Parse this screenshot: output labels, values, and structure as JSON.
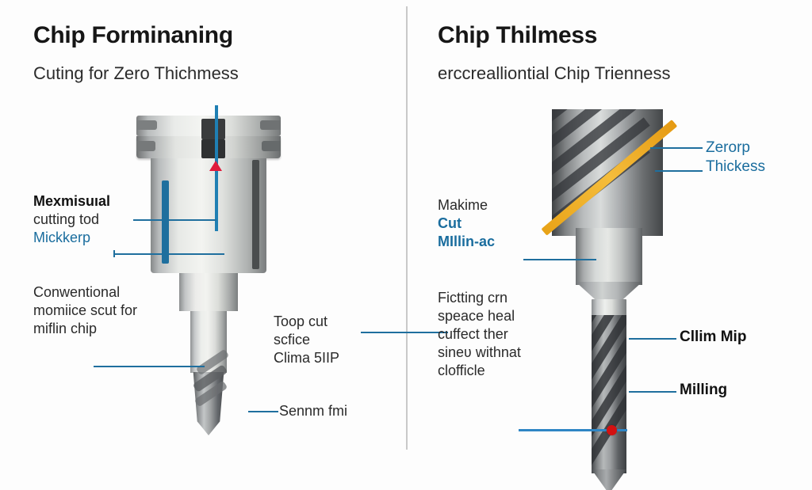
{
  "page": {
    "background_color": "#fdfdfd",
    "accent_blue": "#1a6d9e",
    "line_blue": "#1f6f9e",
    "stripe_yellow": "#e8a317",
    "marker_red": "#d41111"
  },
  "left_panel": {
    "title": "Chip Forminaning",
    "subtitle": "Cuting for Zero Thichmess",
    "annotations": {
      "max_tool": {
        "line1": "Mexmisuıal",
        "line2": "cutting tod",
        "line3": "Mickkerp"
      },
      "conventional": {
        "line1": "Conwentional",
        "line2": "momiice scut for",
        "line3": "miflin chip"
      },
      "top_cut": {
        "line1": "Toop cut",
        "line2": "scfice",
        "line3": "Clima 5IIP"
      },
      "bottom_label": "Sennm fmi"
    },
    "tool": {
      "name": "drill-tool-holder",
      "icon": "drill-bit-icon"
    }
  },
  "right_panel": {
    "title": "Chip Thilmess",
    "subtitle": "erccrealliontial Chip Trienness",
    "annotations": {
      "zero_thickness": {
        "line1": "Zerorp",
        "line2": "Thickess"
      },
      "makime": {
        "line1": "Makime",
        "line2": "Cut",
        "line3": "MIllin-ac"
      },
      "fitting": {
        "line1": "Fictting crn",
        "line2": "speace heal",
        "line3": "cuffect ther",
        "line4": "sineʋ withnat",
        "line5": "clofficle"
      },
      "climb_mip": "Cllim Mip",
      "milling": "Milling"
    },
    "tool": {
      "name": "end-mill-cutter",
      "icon": "end-mill-icon"
    }
  }
}
